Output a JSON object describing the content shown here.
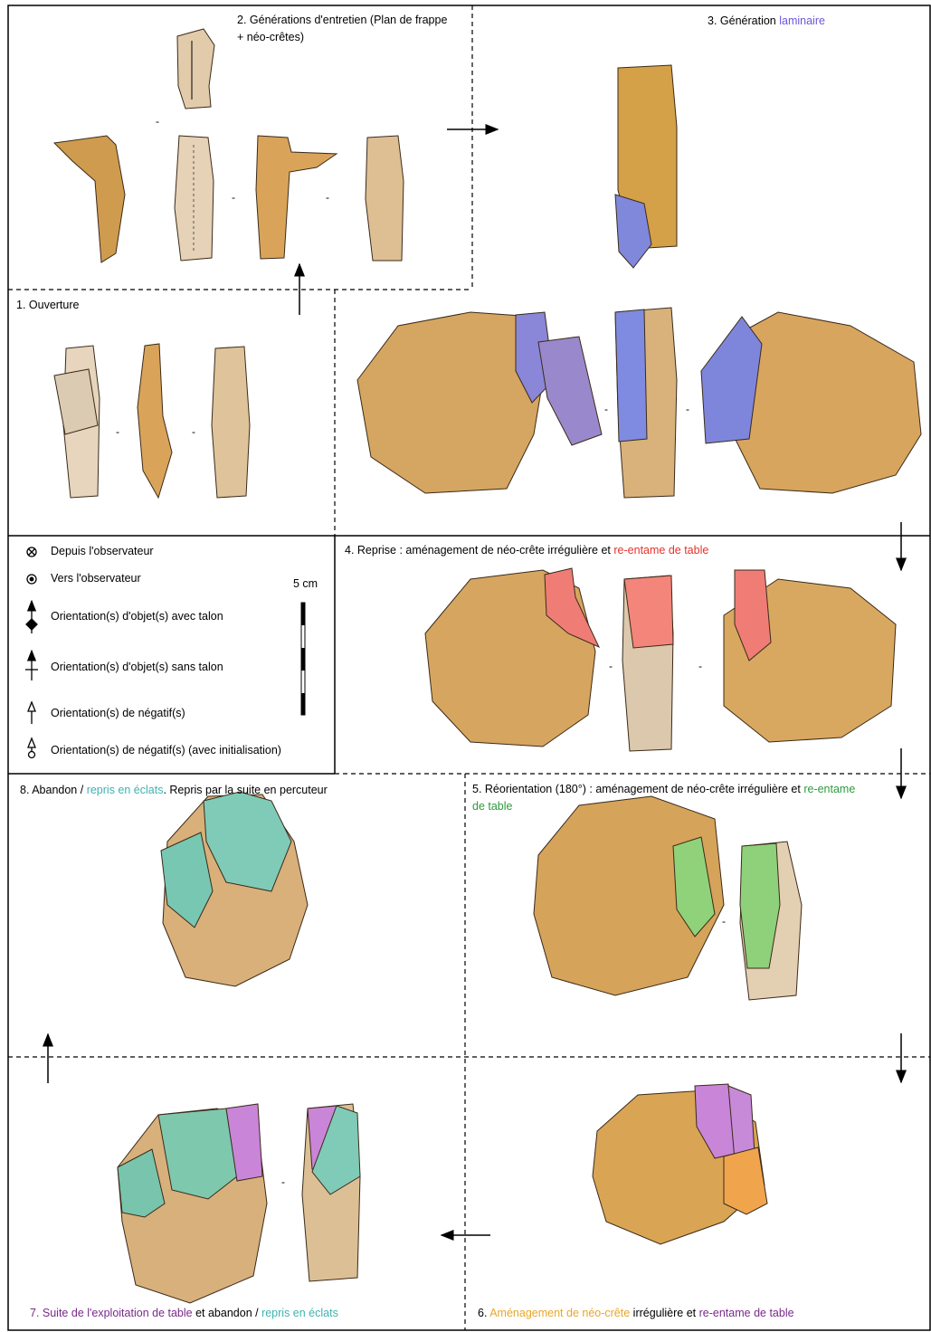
{
  "colors": {
    "stone": "#d6a35a",
    "stone_light": "#e6d3b4",
    "blue": "#7e86dc",
    "red": "#f07c76",
    "green": "#8fd07a",
    "teal": "#7fcbb7",
    "purple": "#c985d8",
    "orange": "#f0a54d",
    "text_blue": "#6a57d8",
    "text_red": "#e8312a",
    "text_green": "#2f9a3e",
    "text_teal": "#3fb3b0",
    "text_purple": "#7a2a8a",
    "text_orange": "#e8a62a"
  },
  "panels": {
    "p2": {
      "title": "2. Générations d'entretien (Plan de frappe + néo-crêtes)"
    },
    "p3": {
      "title_a": "3. Génération ",
      "title_b": "laminaire"
    },
    "p1": {
      "title": "1. Ouverture"
    },
    "p4": {
      "title_a": "4. Reprise : aménagement de néo-crête irrégulière et ",
      "title_b": "re-entame de table"
    },
    "p5": {
      "title_a": "5. Réorientation (180°) : aménagement de néo-crête irrégulière et ",
      "title_b": "re-entame de table"
    },
    "p8": {
      "title_a": "8. Abandon / ",
      "title_b": "repris en éclats",
      "title_c": ". Repris par la suite en percuteur"
    },
    "p7": {
      "title_a": "7. Suite de l'exploitation de  table",
      "title_b": " et abandon / ",
      "title_c": "repris en éclats"
    },
    "p6": {
      "title_a": "6. ",
      "title_b": "Aménagement de néo-crête",
      "title_c": " irrégulière et ",
      "title_d": "re-entame de table"
    }
  },
  "legend": {
    "items": [
      {
        "icon": "circle-cross-icon",
        "text": "Depuis l'observateur"
      },
      {
        "icon": "circle-dot-icon",
        "text": "Vers l'observateur"
      },
      {
        "icon": "arrow-with-butt-icon",
        "text": "Orientation(s) d'objet(s) avec talon"
      },
      {
        "icon": "arrow-without-butt-icon",
        "text": "Orientation(s) d'objet(s) sans talon"
      },
      {
        "icon": "open-arrow-icon",
        "text": "Orientation(s) de négatif(s)"
      },
      {
        "icon": "open-arrow-ring-icon",
        "text": "Orientation(s) de négatif(s) (avec initialisation)"
      }
    ],
    "scale_label": "5 cm"
  }
}
